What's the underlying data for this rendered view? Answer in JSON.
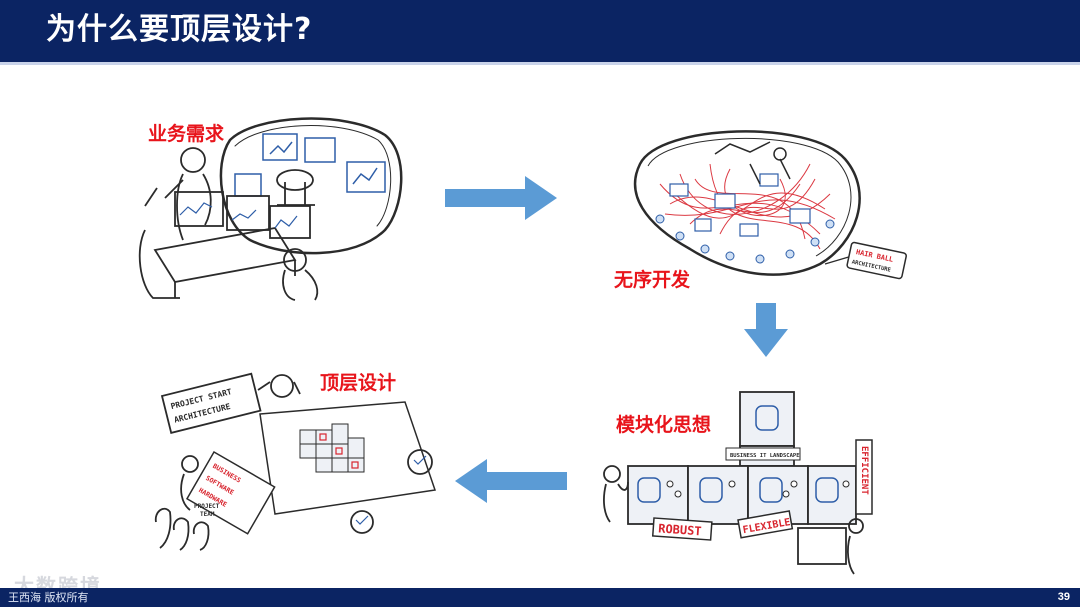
{
  "header": {
    "title": "为什么要顶层设计?"
  },
  "labels": {
    "business": "业务需求",
    "disorder": "无序开发",
    "modular": "模块化思想",
    "toplevel": "顶层设计"
  },
  "sketch_text": {
    "hairball_1": "HAIR BALL",
    "hairball_2": "ARCHITECTURE",
    "landscape": "BUSINESS IT LANDSCAPE",
    "robust": "ROBUST",
    "flexible": "FLEXIBLE",
    "efficient": "EFFICIENT",
    "psa_1": "PROJECT START",
    "psa_2": "ARCHITECTURE",
    "board_1": "BUSINESS",
    "board_2": "SOFTWARE",
    "board_3": "HARDWARE",
    "team_1": "PROJECT",
    "team_2": "TEAM"
  },
  "footer": {
    "page_number": "39",
    "note": "王西海 版权所有",
    "watermark": "大数跨境"
  },
  "colors": {
    "header_bg": "#0b2463",
    "label_red": "#e8141b",
    "arrow_blue": "#5b9bd5"
  }
}
